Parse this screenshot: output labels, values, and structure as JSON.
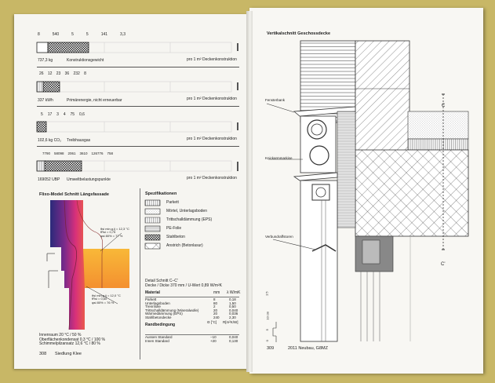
{
  "left_page": {
    "bar_rows": [
      {
        "segments": [
          "8",
          "540",
          "5",
          "5",
          "141",
          "3,3"
        ],
        "total": "737,3 kg",
        "label": "Konstruktionsgewicht",
        "unit": "pro 1 m² Deckenkonstruktion"
      },
      {
        "segments": [
          "26",
          "12",
          "23",
          "36",
          "232",
          "8"
        ],
        "total": "337 kWh",
        "label": "Primärenergie, nicht erneuerbar",
        "unit": "pro 1 m² Deckenkonstruktion"
      },
      {
        "segments": [
          "5",
          "17",
          "3",
          "4",
          "75",
          "0,6"
        ],
        "total": "102,6 kg CO₂",
        "label": "Treibhausgas",
        "unit": "pro 1 m² Deckenkonstruktion"
      },
      {
        "segments": [
          "7790",
          "58098",
          "2061",
          "3610",
          "126776",
          "758"
        ],
        "total": "169052 UBP",
        "label": "Umweltbelastungspunkte",
        "unit": "pro 1 m² Deckenkonstruktion"
      }
    ],
    "thermal": {
      "title": "Flixo-Model Schnitt Längsfassade",
      "annotation_top": [
        "θsi min,g,ij = 12,3 °C",
        "fRsi = 0,75",
        "φsi 80% = 77 %"
      ],
      "annotation_bottom": [
        "θsi min,g,ij = 12,0 °C",
        "fRsi = 0,60",
        "φsi 80% = 76 %"
      ],
      "legend": [
        "Innenraum 20 °C / 50 %",
        "Oberflächenkondensat 0,3 °C / 100 %",
        "Schimmelpilzansatz 12,6 °C / 80 %"
      ]
    },
    "specs": {
      "title": "Spezifikationen",
      "items": [
        "Parkett",
        "Mörtel, Unterlagsboden",
        "Trittschalldämmung (EPS)",
        "PE-Folie",
        "Stahlbeton",
        "Anstrich (Betonlasur)"
      ]
    },
    "detail": {
      "title": "Detail Schnitt C–C'",
      "subtitle": "Decke / Dicke 370 mm / U-Wert 0,89 W/m²K",
      "headers": [
        "Material",
        "mm",
        "λ W/mK"
      ],
      "rows": [
        [
          "Parkett",
          "8",
          "0,18"
        ],
        [
          "Unterlagsboden",
          "80",
          "1,50"
        ],
        [
          "Trennfolie",
          "2",
          "0,50"
        ],
        [
          "Trittschalldämmung (Mineralwolle)",
          "20",
          "0,040"
        ],
        [
          "Wärmedämmung (EPS)",
          "20",
          "0,036"
        ],
        [
          "Stahlbetondecke",
          "240",
          "2,30"
        ]
      ],
      "boundary_label": "Randbedingung",
      "boundary_headers": [
        "Θ [°C]",
        "R[m²K/W]"
      ],
      "boundary_rows": [
        [
          "Aussen Standard",
          "−10",
          "0,040"
        ],
        [
          "Innen Standard",
          "+20",
          "0,130"
        ]
      ]
    },
    "footer": {
      "page": "308",
      "title": "Siedlung Klee"
    }
  },
  "right_page": {
    "title": "Vertikalschnitt Geschossdecke",
    "labels": {
      "fensterbank": "Fensterbank",
      "markise": "Knickarmmarkise",
      "storen": "Verbundraffstoren",
      "c_top": "C",
      "c_bottom": "C'"
    },
    "scale": {
      "ratio": "1:5",
      "ticks": [
        "0",
        "5",
        "10 cm"
      ]
    },
    "footer": {
      "page": "309",
      "title": "2011 Neubau, G8MZ"
    }
  }
}
